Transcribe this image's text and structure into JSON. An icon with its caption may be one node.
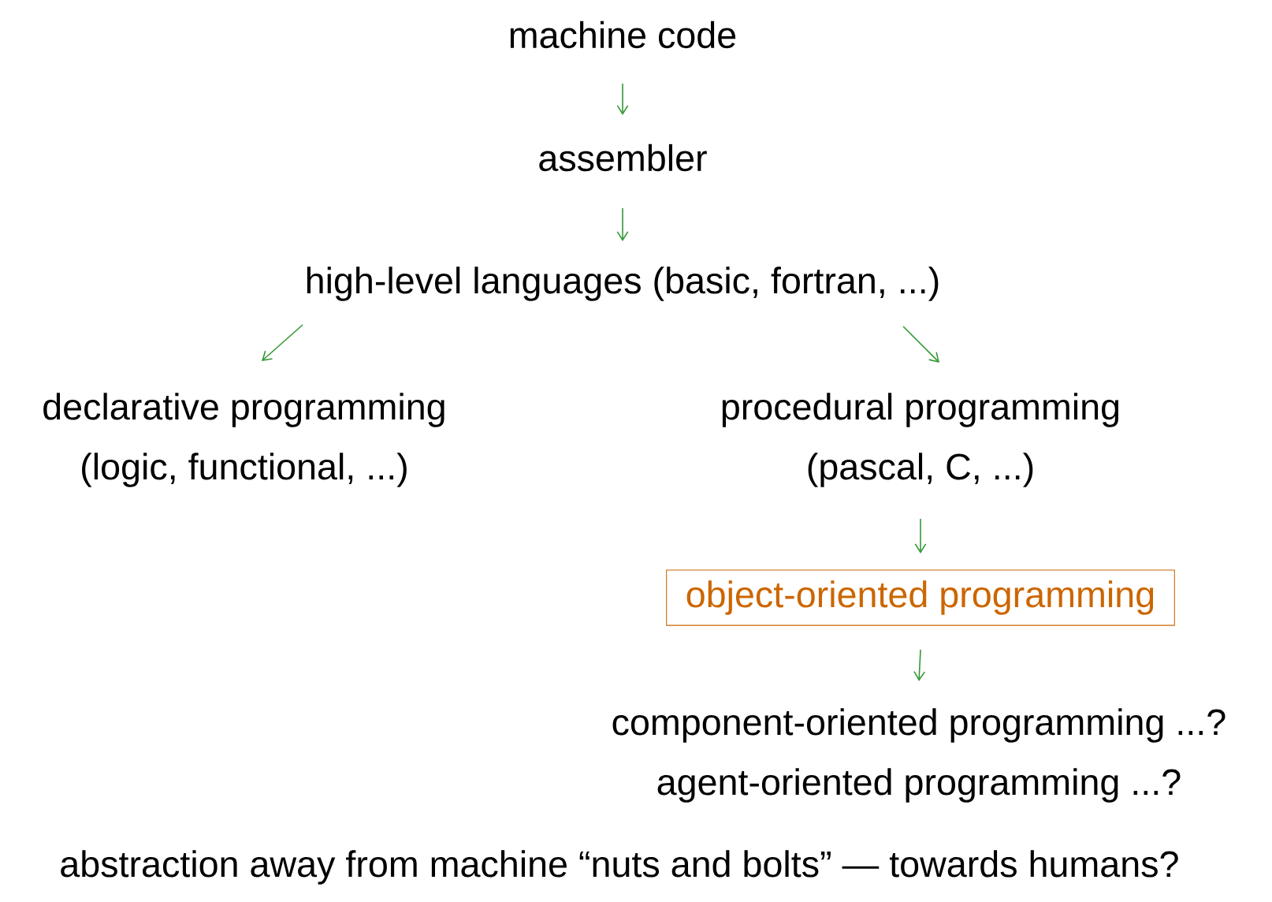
{
  "diagram": {
    "nodes": [
      {
        "text": [
          "machine code"
        ]
      },
      {
        "text": [
          "assembler"
        ]
      },
      {
        "text": [
          "high-level languages (basic, fortran, ...)"
        ]
      },
      {
        "text": [
          "declarative programming",
          "(logic, functional, ...)"
        ]
      },
      {
        "text": [
          "procedural programming",
          "(pascal, C, ...)"
        ]
      },
      {
        "text": [
          "object-oriented programming"
        ]
      },
      {
        "text": [
          "component-oriented programming ...?",
          "agent-oriented programming ...?"
        ]
      }
    ],
    "edges": [
      {
        "from": 0,
        "to": 1,
        "arrow": "to"
      },
      {
        "from": 1,
        "to": 2,
        "arrow": "to"
      },
      {
        "from": 2,
        "to": 3,
        "arrow": "to"
      },
      {
        "from": 2,
        "to": 4,
        "arrow": "to"
      },
      {
        "from": 4,
        "to": 5,
        "arrow": "to"
      },
      {
        "from": 5,
        "to": 6,
        "arrow": "to"
      }
    ],
    "labels": [
      "abstraction away from machine “nuts and bolts” — towards humans?"
    ]
  }
}
